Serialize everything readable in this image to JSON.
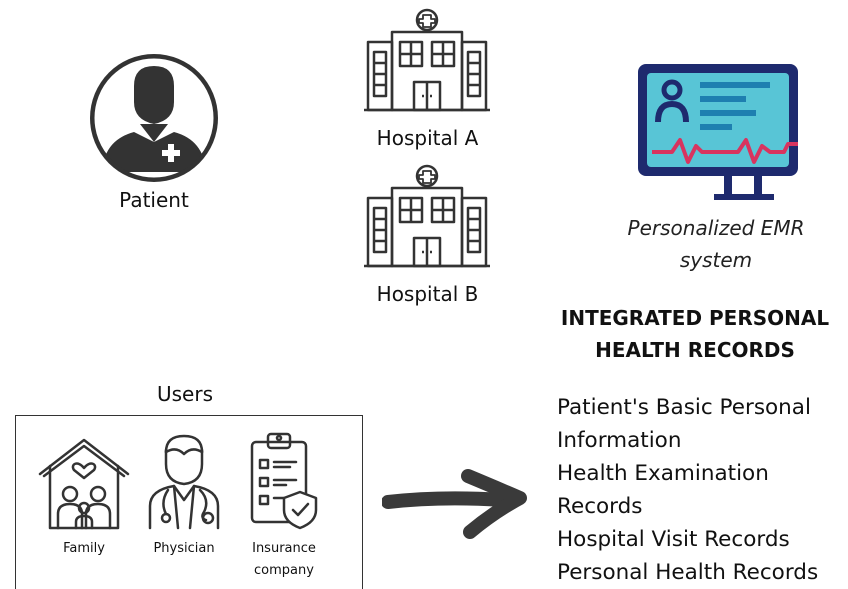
{
  "patient": {
    "label": "Patient"
  },
  "hospitals": [
    {
      "label": "Hospital A"
    },
    {
      "label": "Hospital B"
    }
  ],
  "emr": {
    "label_line1": "Personalized EMR",
    "label_line2": "system"
  },
  "records": {
    "title_line1": "INTEGRATED PERSONAL",
    "title_line2": "HEALTH RECORDS",
    "items": [
      "Patient's Basic Personal",
      "Information",
      "Health Examination",
      "Records",
      "Hospital Visit Records",
      "Personal Health Records"
    ]
  },
  "users": {
    "label": "Users",
    "items": [
      {
        "label": "Family"
      },
      {
        "label": "Physician"
      },
      {
        "label_line1": "Insurance",
        "label_line2": "company"
      }
    ]
  },
  "colors": {
    "icon_stroke": "#333333",
    "patient_bg": "#6b6b6b",
    "monitor_frame": "#1e2a6e",
    "monitor_screen": "#58c5d6",
    "ecg_line": "#d8345f",
    "arrow": "#3a3a3a"
  }
}
